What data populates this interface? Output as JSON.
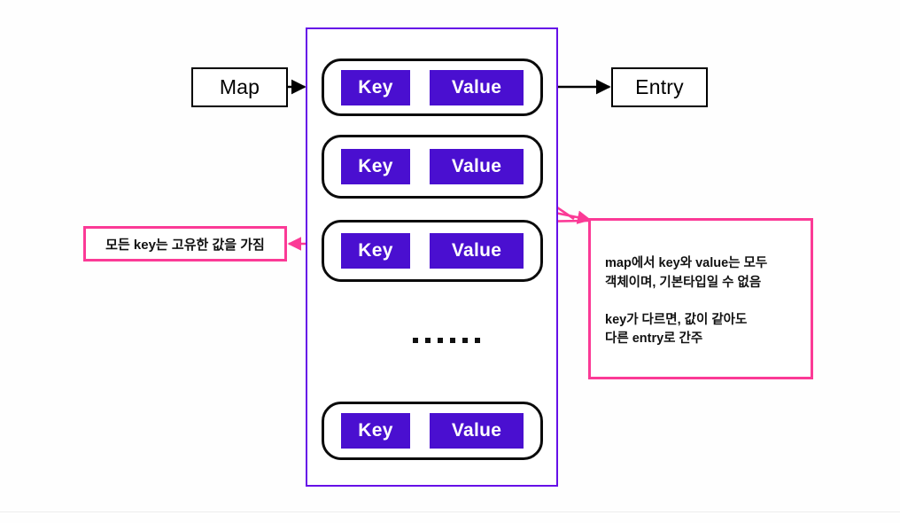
{
  "diagram": {
    "title": "Java Map / Entry structure diagram",
    "colors": {
      "chip_purple": "#4a0fd0",
      "container_purple": "#6610e8",
      "note_pink": "#fb3a96",
      "outline_black": "#0b0b0b",
      "background": "#fefefe"
    },
    "labels": {
      "map": "Map",
      "entry": "Entry"
    },
    "entries": [
      {
        "key": "Key",
        "value": "Value"
      },
      {
        "key": "Key",
        "value": "Value"
      },
      {
        "key": "Key",
        "value": "Value"
      },
      {
        "key": "Key",
        "value": "Value"
      }
    ],
    "ellipsis": "……",
    "notes": {
      "left": "모든 key는 고유한 값을 가짐",
      "right": {
        "paragraph1_line1": "map에서 key와 value는 모두",
        "paragraph1_line2": "객체이며, 기본타입일 수 없음",
        "paragraph2_line1": "key가 다르면, 값이 같아도",
        "paragraph2_line2": "다른 entry로 간주"
      }
    },
    "connectors": [
      {
        "name": "map-to-container",
        "from": "Map",
        "to": "map-container",
        "color": "#000000"
      },
      {
        "name": "entry-row-to-entry",
        "from": "entry-row-0",
        "to": "Entry",
        "color": "#000000"
      },
      {
        "name": "key-to-note-right",
        "from": "entry-row-1 Key",
        "to": "note-right",
        "color": "#fb3a96"
      },
      {
        "name": "value-to-note-right",
        "from": "entry-row-1 Value",
        "to": "note-right",
        "color": "#fb3a96"
      },
      {
        "name": "key-to-note-left",
        "from": "entry-row-2 Key",
        "to": "note-left",
        "color": "#fb3a96"
      }
    ]
  }
}
